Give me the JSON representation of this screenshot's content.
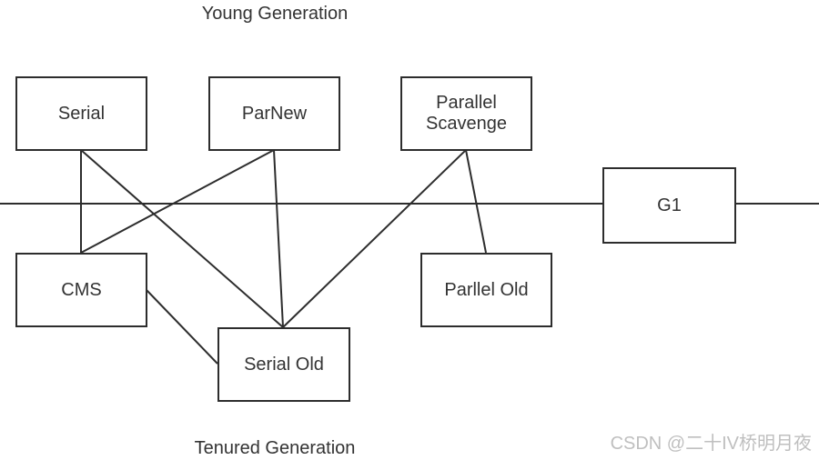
{
  "diagram": {
    "young_label": "Young Generation",
    "tenured_label": "Tenured Generation",
    "watermark": "CSDN @二十IV桥明月夜",
    "nodes": [
      {
        "id": "serial",
        "label": "Serial",
        "generation": "young"
      },
      {
        "id": "parnew",
        "label": "ParNew",
        "generation": "young"
      },
      {
        "id": "parallel-scavenge",
        "label": "Parallel Scavenge",
        "generation": "young"
      },
      {
        "id": "g1",
        "label": "G1",
        "generation": "both"
      },
      {
        "id": "cms",
        "label": "CMS",
        "generation": "tenured"
      },
      {
        "id": "parllel-old",
        "label": "Parllel Old",
        "generation": "tenured"
      },
      {
        "id": "serial-old",
        "label": "Serial Old",
        "generation": "tenured"
      }
    ],
    "edges": [
      {
        "from": "serial",
        "to": "cms"
      },
      {
        "from": "serial",
        "to": "serial-old"
      },
      {
        "from": "parnew",
        "to": "cms"
      },
      {
        "from": "parnew",
        "to": "serial-old"
      },
      {
        "from": "parallel-scavenge",
        "to": "serial-old"
      },
      {
        "from": "parallel-scavenge",
        "to": "parllel-old"
      },
      {
        "from": "cms",
        "to": "serial-old"
      }
    ],
    "colors": {
      "stroke": "#2d2d2d",
      "text": "#333333",
      "box_fill": "#ffffff",
      "watermark_text": "#bfbfbf",
      "background": "#ffffff"
    }
  }
}
